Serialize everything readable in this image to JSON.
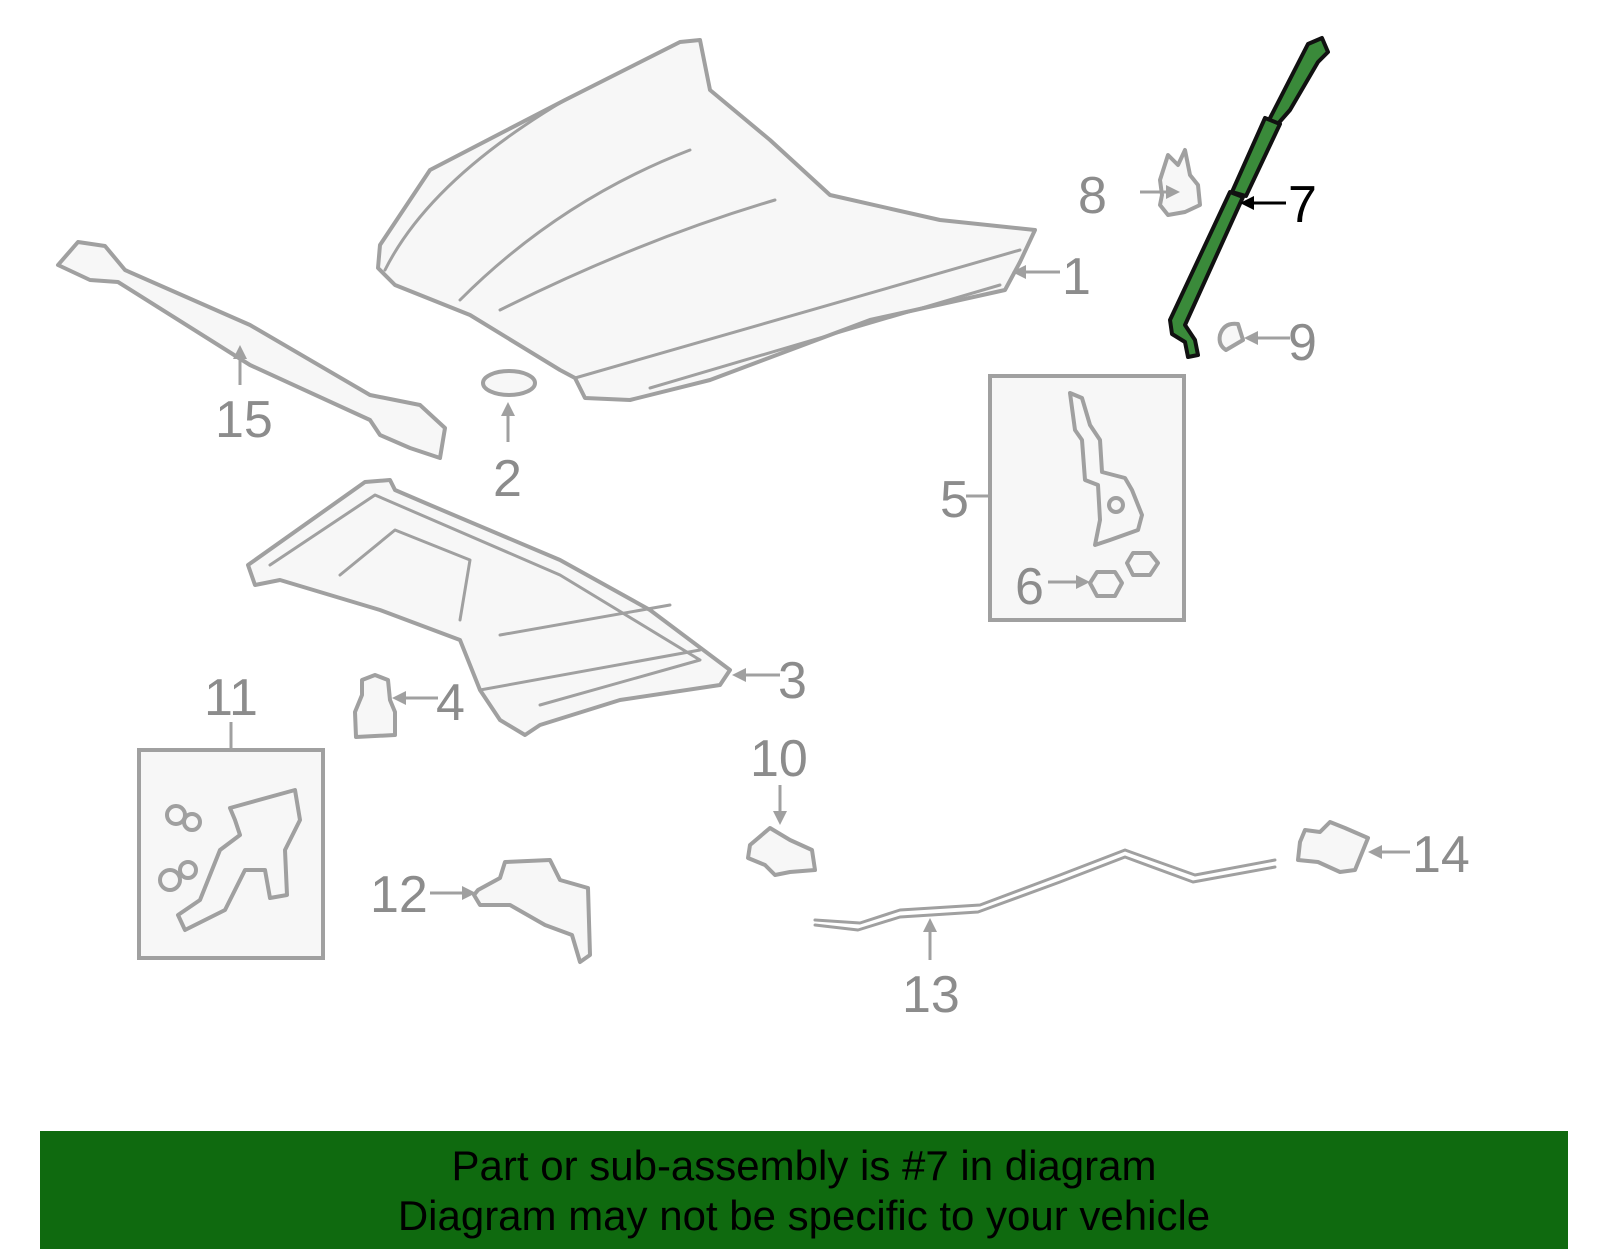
{
  "diagram": {
    "callouts": [
      "1",
      "2",
      "3",
      "4",
      "5",
      "6",
      "7",
      "8",
      "9",
      "10",
      "11",
      "12",
      "13",
      "14",
      "15"
    ],
    "highlighted_part": "7",
    "colors": {
      "part_stroke": "#a0a0a0",
      "part_fill": "#f7f7f7",
      "callout_text": "#8c8c8c",
      "highlight_fill": "#3a8a3a",
      "highlight_text": "#000000"
    }
  },
  "banner": {
    "line1": "Part or sub-assembly is #7 in diagram",
    "line2": "Diagram may not be specific to your vehicle",
    "background": "#0f6a0f"
  }
}
